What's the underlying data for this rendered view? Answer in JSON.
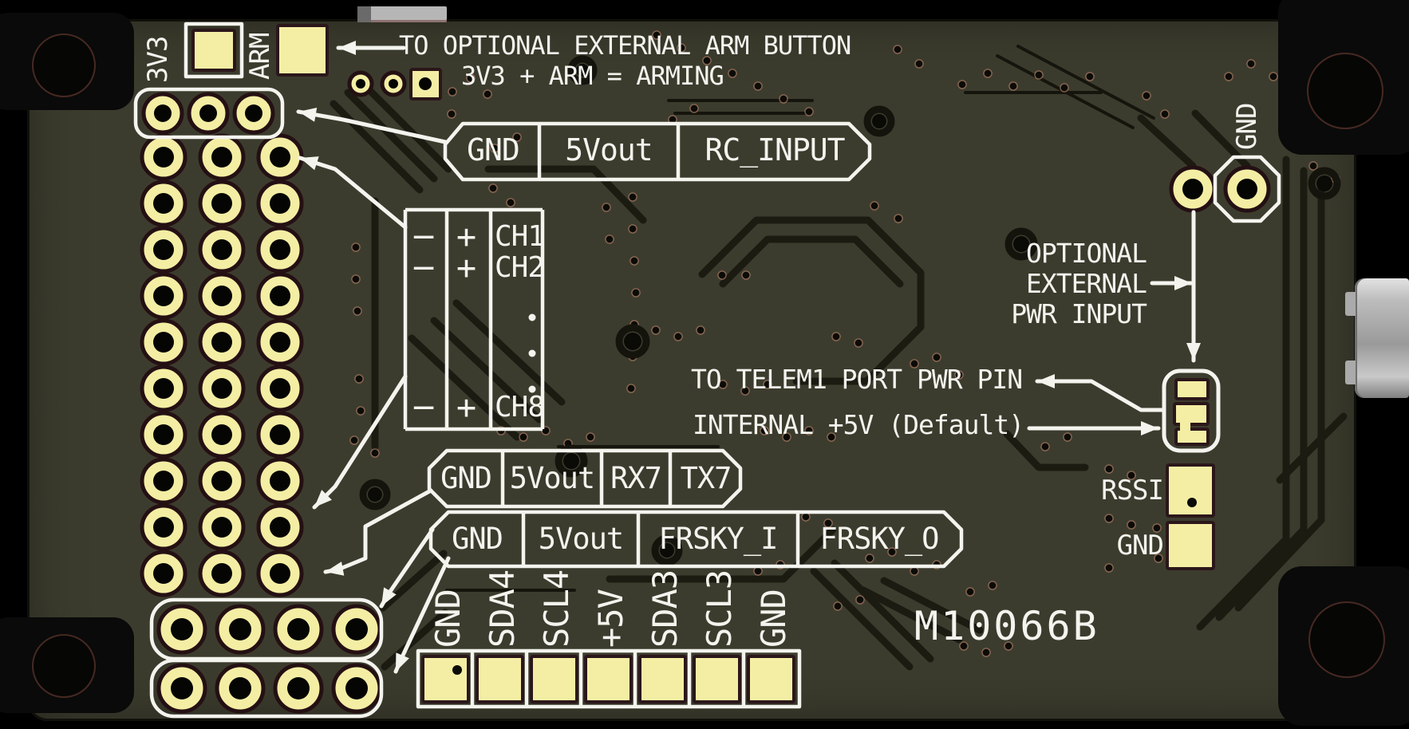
{
  "part_number": "M10066B",
  "colors": {
    "board": "#3c3c2e",
    "pad_yellow": "#f4eea4",
    "silkscreen": "#f4f4ef",
    "trace_dark": "#1b1b12",
    "mount_tab": "#0a0a0a",
    "usb_shell": "#bdbdbd"
  },
  "notes": {
    "arm_line1": "TO OPTIONAL EXTERNAL ARM BUTTON",
    "arm_line2": "3V3 + ARM = ARMING",
    "pwr_line1": "OPTIONAL",
    "pwr_line2": "EXTERNAL",
    "pwr_line3": "PWR INPUT",
    "telem": "TO TELEM1 PORT PWR PIN",
    "internal": "INTERNAL +5V (Default)"
  },
  "pads": {
    "v33": "3V3",
    "arm": "ARM",
    "gnd_top_right": "GND",
    "rssi": "RSSI",
    "gnd_bottom_right": "GND"
  },
  "rc_header": {
    "cells": [
      "GND",
      "5Vout",
      "RC_INPUT"
    ]
  },
  "channels": {
    "minus": "-",
    "plus": "+",
    "first": "CH1",
    "second": "CH2",
    "last": "CH8"
  },
  "uart_header": {
    "cells": [
      "GND",
      "5Vout",
      "RX7",
      "TX7"
    ]
  },
  "frsky_header": {
    "cells": [
      "GND",
      "5Vout",
      "FRSKY_I",
      "FRSKY_O"
    ]
  },
  "i2c_header": {
    "labels": [
      "GND",
      "SDA4",
      "SCL4",
      "+5V",
      "SDA3",
      "SCL3",
      "GND"
    ]
  }
}
